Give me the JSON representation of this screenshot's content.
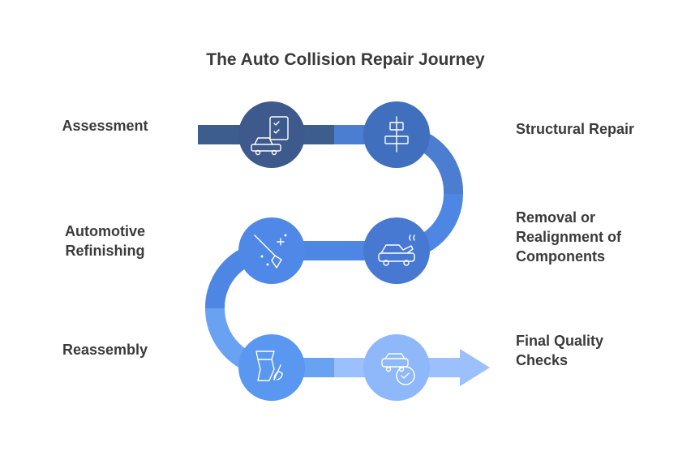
{
  "title": "The Auto Collision Repair Journey",
  "steps": [
    {
      "label": "Assessment",
      "icon": "car-checklist-icon",
      "color": "#3e5a8c"
    },
    {
      "label": "Structural Repair",
      "icon": "frame-align-icon",
      "color": "#3f6fbd"
    },
    {
      "label": "Removal or\nRealignment of\nComponents",
      "icon": "car-hood-open-icon",
      "color": "#4779d3"
    },
    {
      "label": "Automotive\nRefinishing",
      "icon": "spray-brush-icon",
      "color": "#4f88e6"
    },
    {
      "label": "Reassembly",
      "icon": "panel-brush-icon",
      "color": "#5a97f0"
    },
    {
      "label": "Final Quality\nChecks",
      "icon": "car-check-icon",
      "color": "#8fb8fb"
    }
  ],
  "colors": {
    "track_1": "#3d5d8f",
    "track_2": "#4b7dd0",
    "track_3": "#4e87e3",
    "track_4": "#6aa2f2",
    "track_5": "#9cc0fb",
    "icon_stroke": "#ffffff"
  }
}
